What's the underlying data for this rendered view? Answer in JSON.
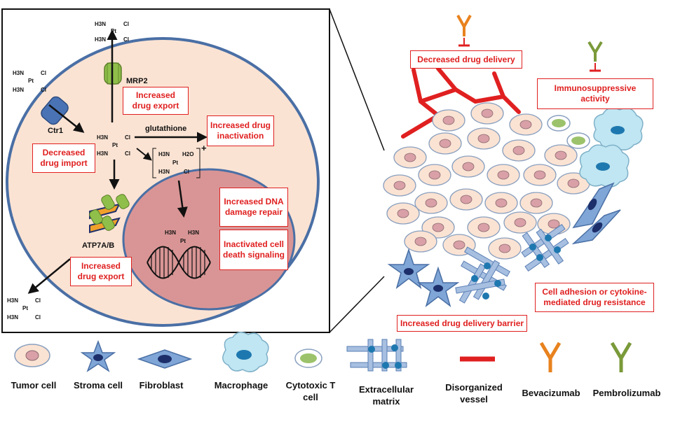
{
  "cell_panel": {
    "labels": {
      "mrp2": "MRP2",
      "ctr1": "Ctr1",
      "glutathione": "glutathione",
      "atp7": "ATP7A/B",
      "h3n": "H3N",
      "cl": "Cl",
      "pt": "Pt",
      "h2o": "H2O",
      "plus": "+"
    },
    "boxes": {
      "export_top": "Increased drug export",
      "import": "Decreased drug import",
      "inactivation": "Increased drug inactivation",
      "dna_repair": "Increased DNA damage repair",
      "cell_death": "Inactivated cell death signaling",
      "export_bottom": "Increased drug export"
    }
  },
  "tme_panel": {
    "boxes": {
      "delivery": "Decreased drug delivery",
      "immuno": "Immunosuppressive activity",
      "adhesion": "Cell adhesion or cytokine-mediated drug resistance",
      "barrier": "Increased drug delivery barrier"
    }
  },
  "legend": {
    "items": [
      {
        "key": "tumor",
        "label": "Tumor cell"
      },
      {
        "key": "stroma",
        "label": "Stroma cell"
      },
      {
        "key": "fibro",
        "label": "Fibroblast"
      },
      {
        "key": "macro",
        "label": "Macrophage"
      },
      {
        "key": "tcell",
        "label": "Cytotoxic T cell"
      },
      {
        "key": "ecm",
        "label": "Extracellular matrix"
      },
      {
        "key": "vessel",
        "label": "Disorganized vessel"
      },
      {
        "key": "beva",
        "label": "Bevacizumab"
      },
      {
        "key": "pembro",
        "label": "Pembrolizumab"
      }
    ]
  },
  "colors": {
    "cytoplasm": "#fbe3d3",
    "nucleus": "#d99595",
    "membrane": "#4a6fa5",
    "red": "#e02020",
    "bevacizumab": "#e8821e",
    "pembrolizumab": "#7a9a3a",
    "tumor_fill": "#fbe3d3",
    "tumor_nucleus": "#d9a0a8",
    "stroma": "#7fa6d6",
    "macrophage": "#bfe6f2",
    "tcell": "#9cc36b",
    "ecm": "#a7bfe0"
  }
}
